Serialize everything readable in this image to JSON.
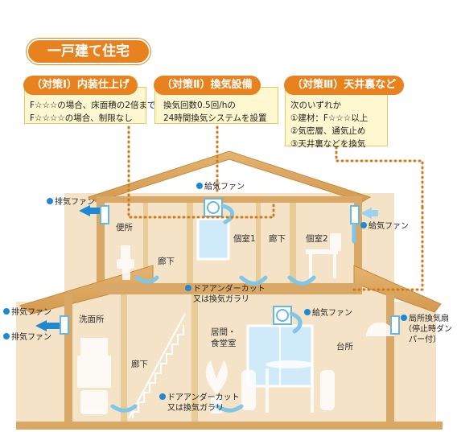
{
  "title": "一戸建て住宅",
  "measures": [
    {
      "heading": "（対策Ⅰ）内装仕上げ",
      "lines": [
        "F☆☆☆の場合、床面積の2倍まで",
        "F☆☆☆☆の場合、制限なし"
      ]
    },
    {
      "heading": "（対策Ⅱ）換気設備",
      "lines": [
        "換気回数0.5回/hの",
        "24時間換気システムを設置"
      ]
    },
    {
      "heading": "（対策Ⅲ）天井裏など",
      "lines": [
        "次のいずれか",
        "①建材：F☆☆☆以上",
        "②気密層、通気止め",
        "③天井裏などを換気"
      ]
    }
  ],
  "labels": {
    "supply_fan_attic": "給気ファン",
    "exhaust_fan_2f": "排気ファン",
    "supply_fan_2f": "給気ファン",
    "door_undercut_2f_line1": "ドアアンダーカット",
    "door_undercut_2f_line2": "又は換気ガラリ",
    "exhaust_fan_1f_a": "排気ファン",
    "exhaust_fan_1f_b": "排気ファン",
    "supply_fan_1f": "給気ファン",
    "local_fan_line1": "局所換気扇",
    "local_fan_line2": "（停止時ダン",
    "local_fan_line3": "パー付）",
    "door_undercut_1f_line1": "ドアアンダーカット",
    "door_undercut_1f_line2": "又は換気ガラリ"
  },
  "rooms": {
    "toilet": "便所",
    "hall_2f": "廊下",
    "private1": "個室1",
    "hall_2f_b": "廊下",
    "private2": "個室2",
    "washroom": "洗面所",
    "hall_1f": "廊下",
    "living_line1": "居間・",
    "living_line2": "食堂室",
    "kitchen": "台所"
  },
  "colors": {
    "accent": "#e8821e",
    "wall": "#d9a766",
    "interior": "#f4e3c6",
    "air": "#7ec6ea",
    "dot": "#1e88d2",
    "dotted_line": "#d07a1a"
  }
}
